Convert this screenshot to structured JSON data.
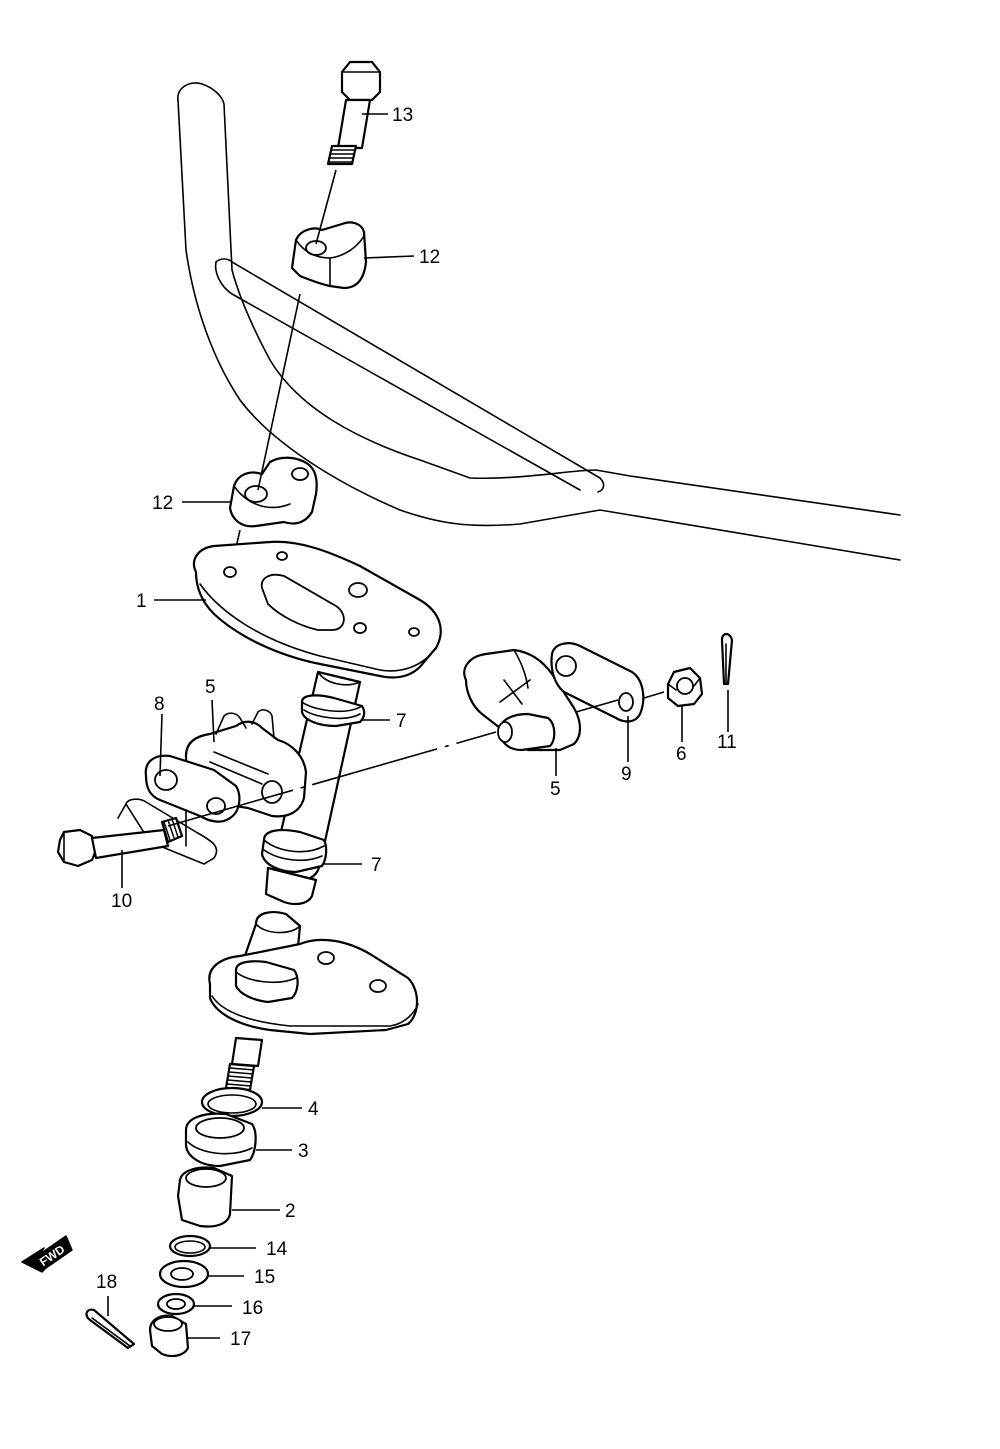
{
  "diagram": {
    "type": "exploded-parts-diagram",
    "callouts": {
      "c1": "1",
      "c2": "2",
      "c3": "3",
      "c4": "4",
      "c5a": "5",
      "c5b": "5",
      "c6": "6",
      "c7a": "7",
      "c7b": "7",
      "c8": "8",
      "c9": "9",
      "c10": "10",
      "c11": "11",
      "c12a": "12",
      "c12b": "12",
      "c13": "13",
      "c14": "14",
      "c15": "15",
      "c16": "16",
      "c17": "17",
      "c18": "18"
    },
    "direction_badge": "FWD"
  }
}
